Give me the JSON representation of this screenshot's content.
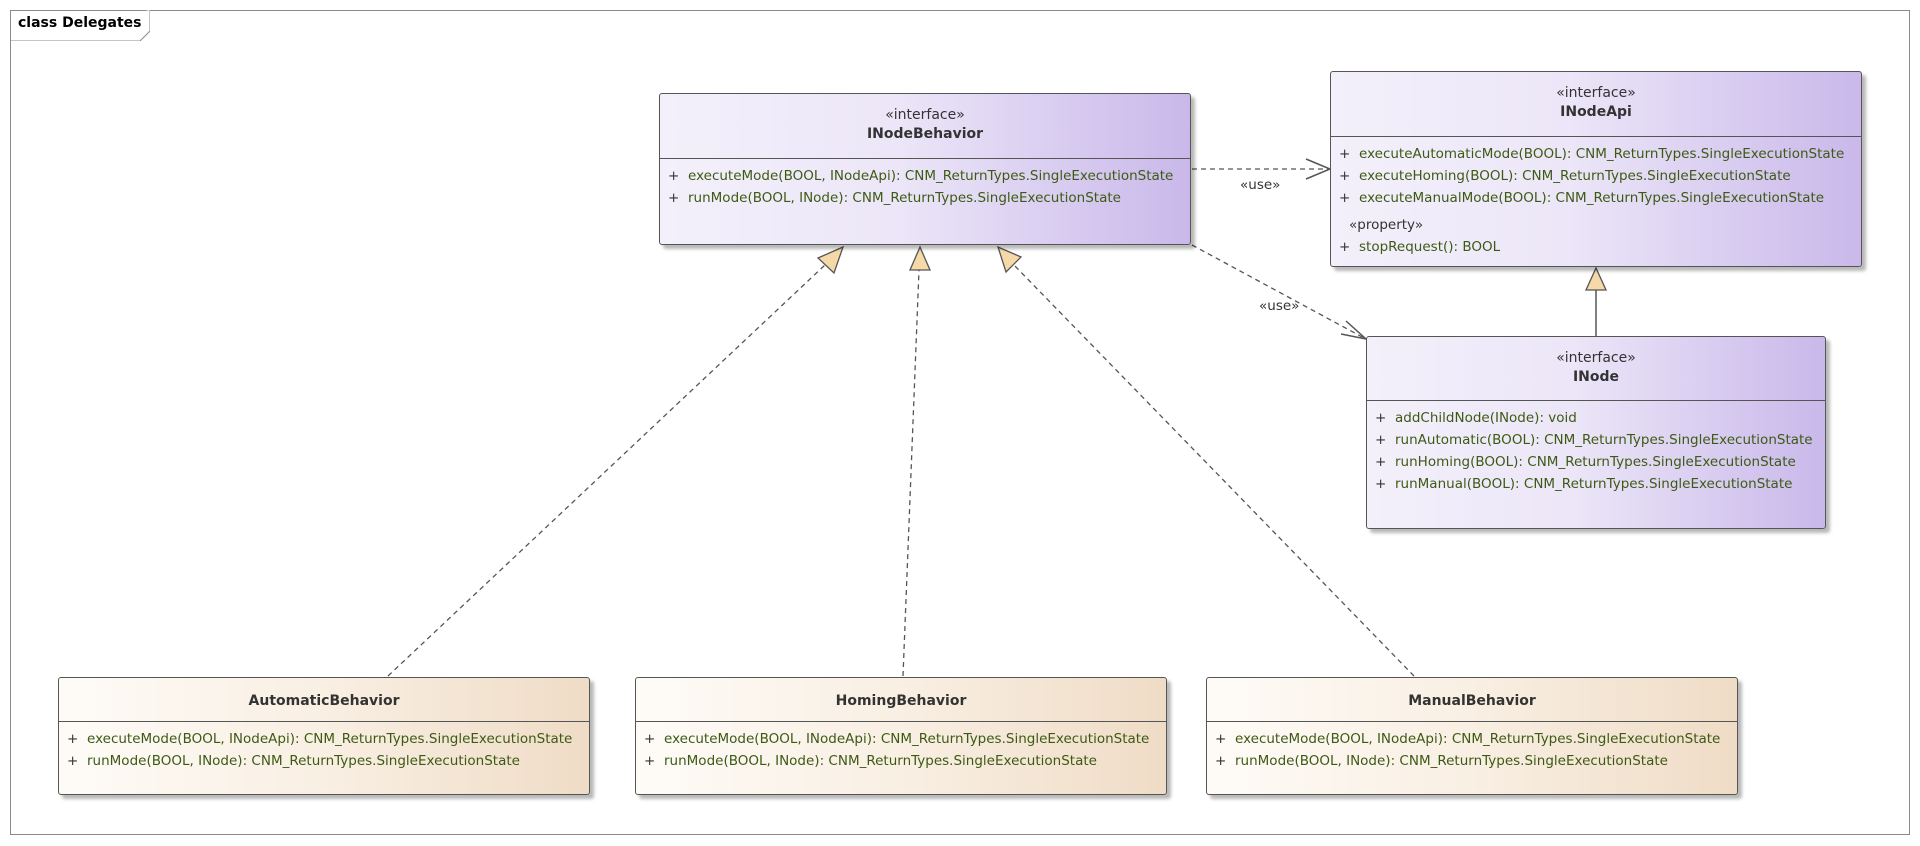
{
  "frame": {
    "title": "class Delegates"
  },
  "classes": {
    "inodebehavior": {
      "stereotype": "«interface»",
      "name": "INodeBehavior",
      "operations": [
        {
          "visibility": "+",
          "signature": "executeMode(BOOL, INodeApi): CNM_ReturnTypes.SingleExecutionState"
        },
        {
          "visibility": "+",
          "signature": "runMode(BOOL, INode): CNM_ReturnTypes.SingleExecutionState"
        }
      ]
    },
    "inodeapi": {
      "stereotype": "«interface»",
      "name": "INodeApi",
      "operations": [
        {
          "visibility": "+",
          "signature": "executeAutomaticMode(BOOL): CNM_ReturnTypes.SingleExecutionState"
        },
        {
          "visibility": "+",
          "signature": "executeHoming(BOOL): CNM_ReturnTypes.SingleExecutionState"
        },
        {
          "visibility": "+",
          "signature": "executeManualMode(BOOL): CNM_ReturnTypes.SingleExecutionState"
        }
      ],
      "property_group_label": "«property»",
      "properties": [
        {
          "visibility": "+",
          "signature": "stopRequest(): BOOL"
        }
      ]
    },
    "inode": {
      "stereotype": "«interface»",
      "name": "INode",
      "operations": [
        {
          "visibility": "+",
          "signature": "addChildNode(INode): void"
        },
        {
          "visibility": "+",
          "signature": "runAutomatic(BOOL): CNM_ReturnTypes.SingleExecutionState"
        },
        {
          "visibility": "+",
          "signature": "runHoming(BOOL): CNM_ReturnTypes.SingleExecutionState"
        },
        {
          "visibility": "+",
          "signature": "runManual(BOOL): CNM_ReturnTypes.SingleExecutionState"
        }
      ]
    },
    "automaticbehavior": {
      "name": "AutomaticBehavior",
      "operations": [
        {
          "visibility": "+",
          "signature": "executeMode(BOOL, INodeApi): CNM_ReturnTypes.SingleExecutionState"
        },
        {
          "visibility": "+",
          "signature": "runMode(BOOL, INode): CNM_ReturnTypes.SingleExecutionState"
        }
      ]
    },
    "homingbehavior": {
      "name": "HomingBehavior",
      "operations": [
        {
          "visibility": "+",
          "signature": "executeMode(BOOL, INodeApi): CNM_ReturnTypes.SingleExecutionState"
        },
        {
          "visibility": "+",
          "signature": "runMode(BOOL, INode): CNM_ReturnTypes.SingleExecutionState"
        }
      ]
    },
    "manualbehavior": {
      "name": "ManualBehavior",
      "operations": [
        {
          "visibility": "+",
          "signature": "executeMode(BOOL, INodeApi): CNM_ReturnTypes.SingleExecutionState"
        },
        {
          "visibility": "+",
          "signature": "runMode(BOOL, INode): CNM_ReturnTypes.SingleExecutionState"
        }
      ]
    }
  },
  "edges": {
    "use_to_inodeapi": "«use»",
    "use_to_inode": "«use»"
  },
  "colors": {
    "interface_fill_end": "#c9b8ea",
    "class_fill_end": "#efdcc6",
    "arrowhead_fill": "#f6d9a8",
    "operation_text": "#3d5a14"
  }
}
